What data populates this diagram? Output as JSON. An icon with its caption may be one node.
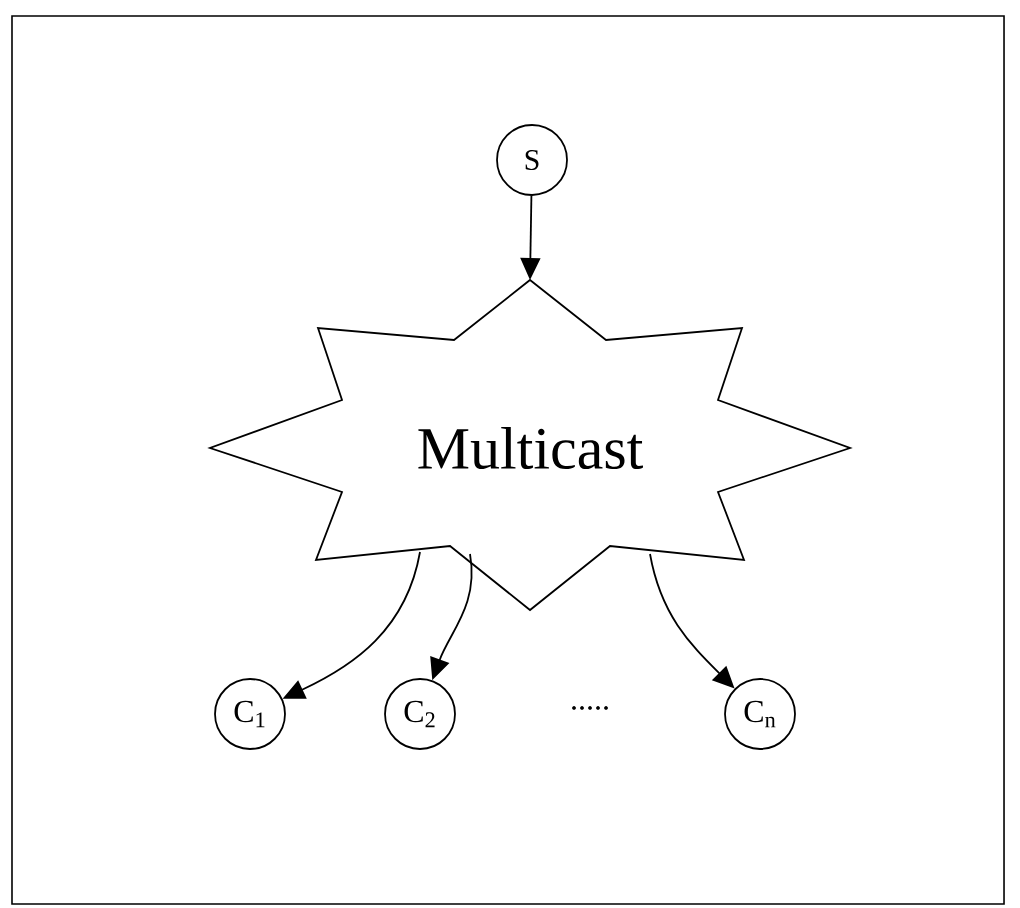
{
  "diagram": {
    "nodes": [
      {
        "text": [
          "S"
        ]
      },
      {
        "text": [
          "Multicast"
        ]
      },
      {
        "text": [
          "C$_{1}$"
        ]
      },
      {
        "text": [
          "C$_{2}$"
        ]
      },
      {
        "text": [
          "C$_{n}$"
        ]
      }
    ],
    "edges": [
      {
        "from": 0,
        "to": 1,
        "arrow": "to"
      },
      {
        "from": 1,
        "to": 2,
        "arrow": "to"
      },
      {
        "from": 1,
        "to": 3,
        "arrow": "to"
      },
      {
        "from": 1,
        "to": 4,
        "arrow": "to"
      }
    ],
    "labels": [
      "....."
    ]
  }
}
